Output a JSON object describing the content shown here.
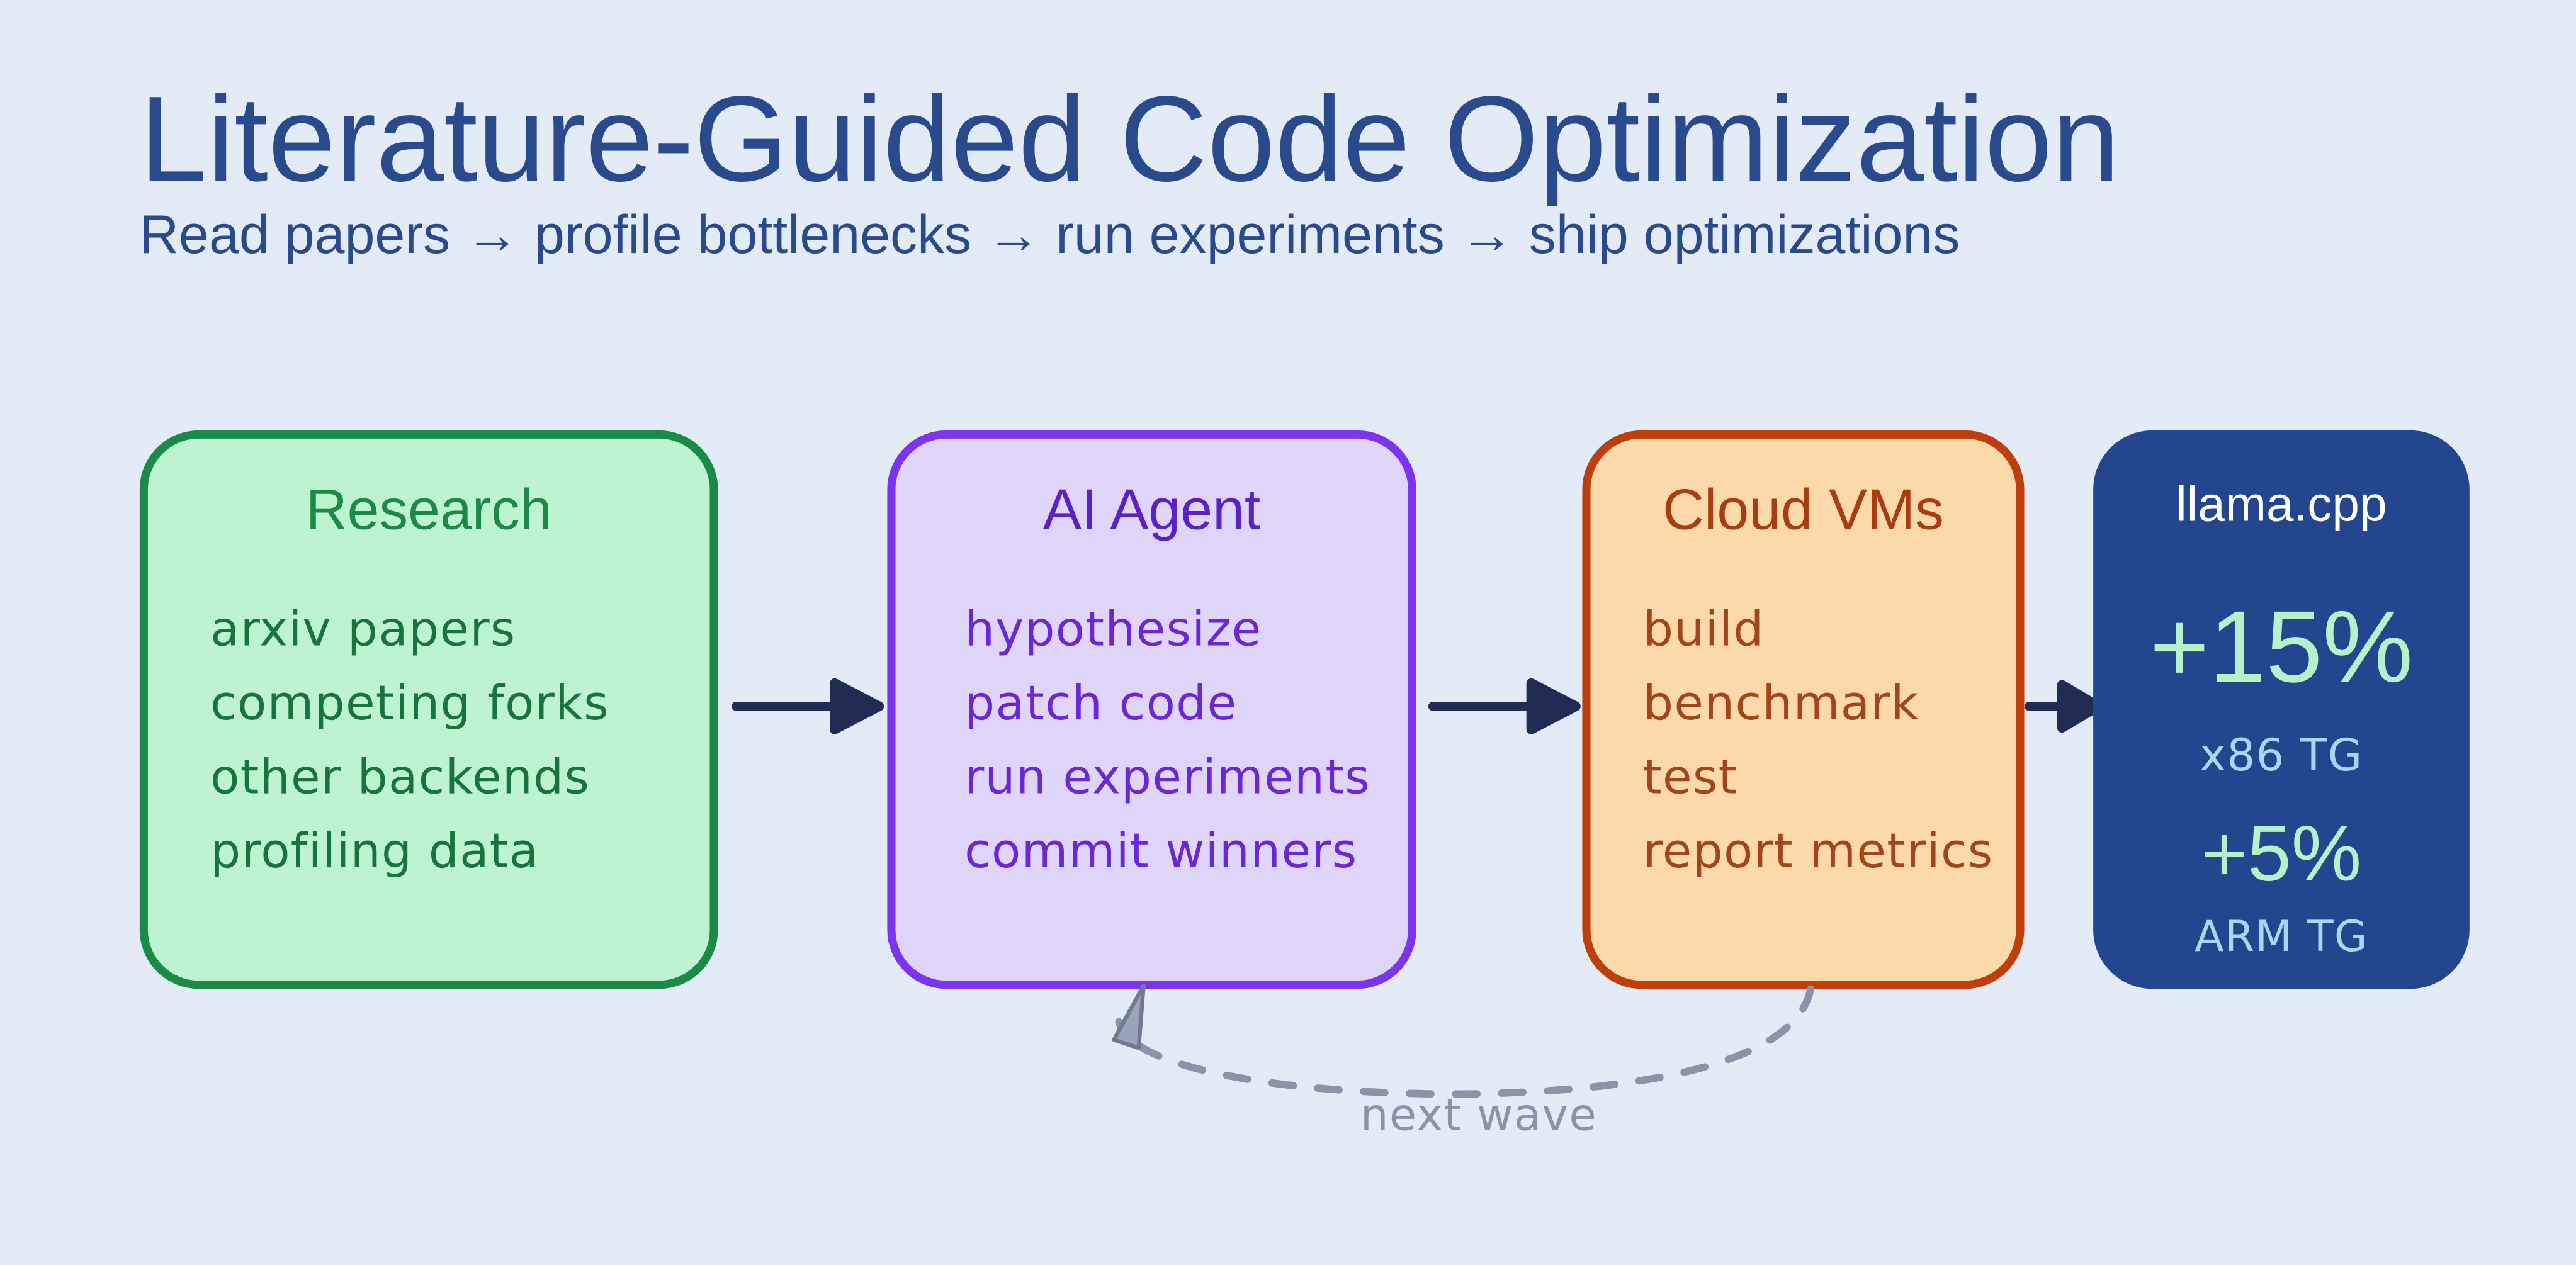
{
  "background": "#e3ebf6",
  "arrow_color": "#212c55",
  "header": {
    "title": "Literature-Guided Code Optimization",
    "subtitle": "Read papers → profile bottlenecks → run experiments → ship optimizations",
    "text_color": "#2a4a8e"
  },
  "boxes": [
    {
      "id": "research",
      "title": "Research",
      "items": [
        "arxiv papers",
        "competing forks",
        "other backends",
        "profiling data"
      ],
      "fill": "#bdf3d0",
      "border": "#1a8a47",
      "title_color": "#1b8a46",
      "text_color": "#17743c"
    },
    {
      "id": "ai-agent",
      "title": "AI Agent",
      "items": [
        "hypothesize",
        "patch code",
        "run experiments",
        "commit winners"
      ],
      "fill": "#ded5f9",
      "border": "#7c34f0",
      "title_color": "#5a21c9",
      "text_color": "#6a26d9"
    },
    {
      "id": "cloud-vms",
      "title": "Cloud VMs",
      "items": [
        "build",
        "benchmark",
        "test",
        "report metrics"
      ],
      "fill": "#fcd9a8",
      "border": "#c03d0c",
      "title_color": "#a93c11",
      "text_color": "#a2451b"
    }
  ],
  "result": {
    "id": "llama-cpp",
    "title": "llama.cpp",
    "fill": "#24468e",
    "title_color": "#ffffff",
    "value_color": "#b5f1c9",
    "label_color": "#a8d6f3",
    "metrics": [
      {
        "value": "+15%",
        "label": "x86 TG"
      },
      {
        "value": "+5%",
        "label": "ARM TG"
      }
    ]
  },
  "feedback": {
    "label": "next wave",
    "color": "#8a94a9"
  }
}
